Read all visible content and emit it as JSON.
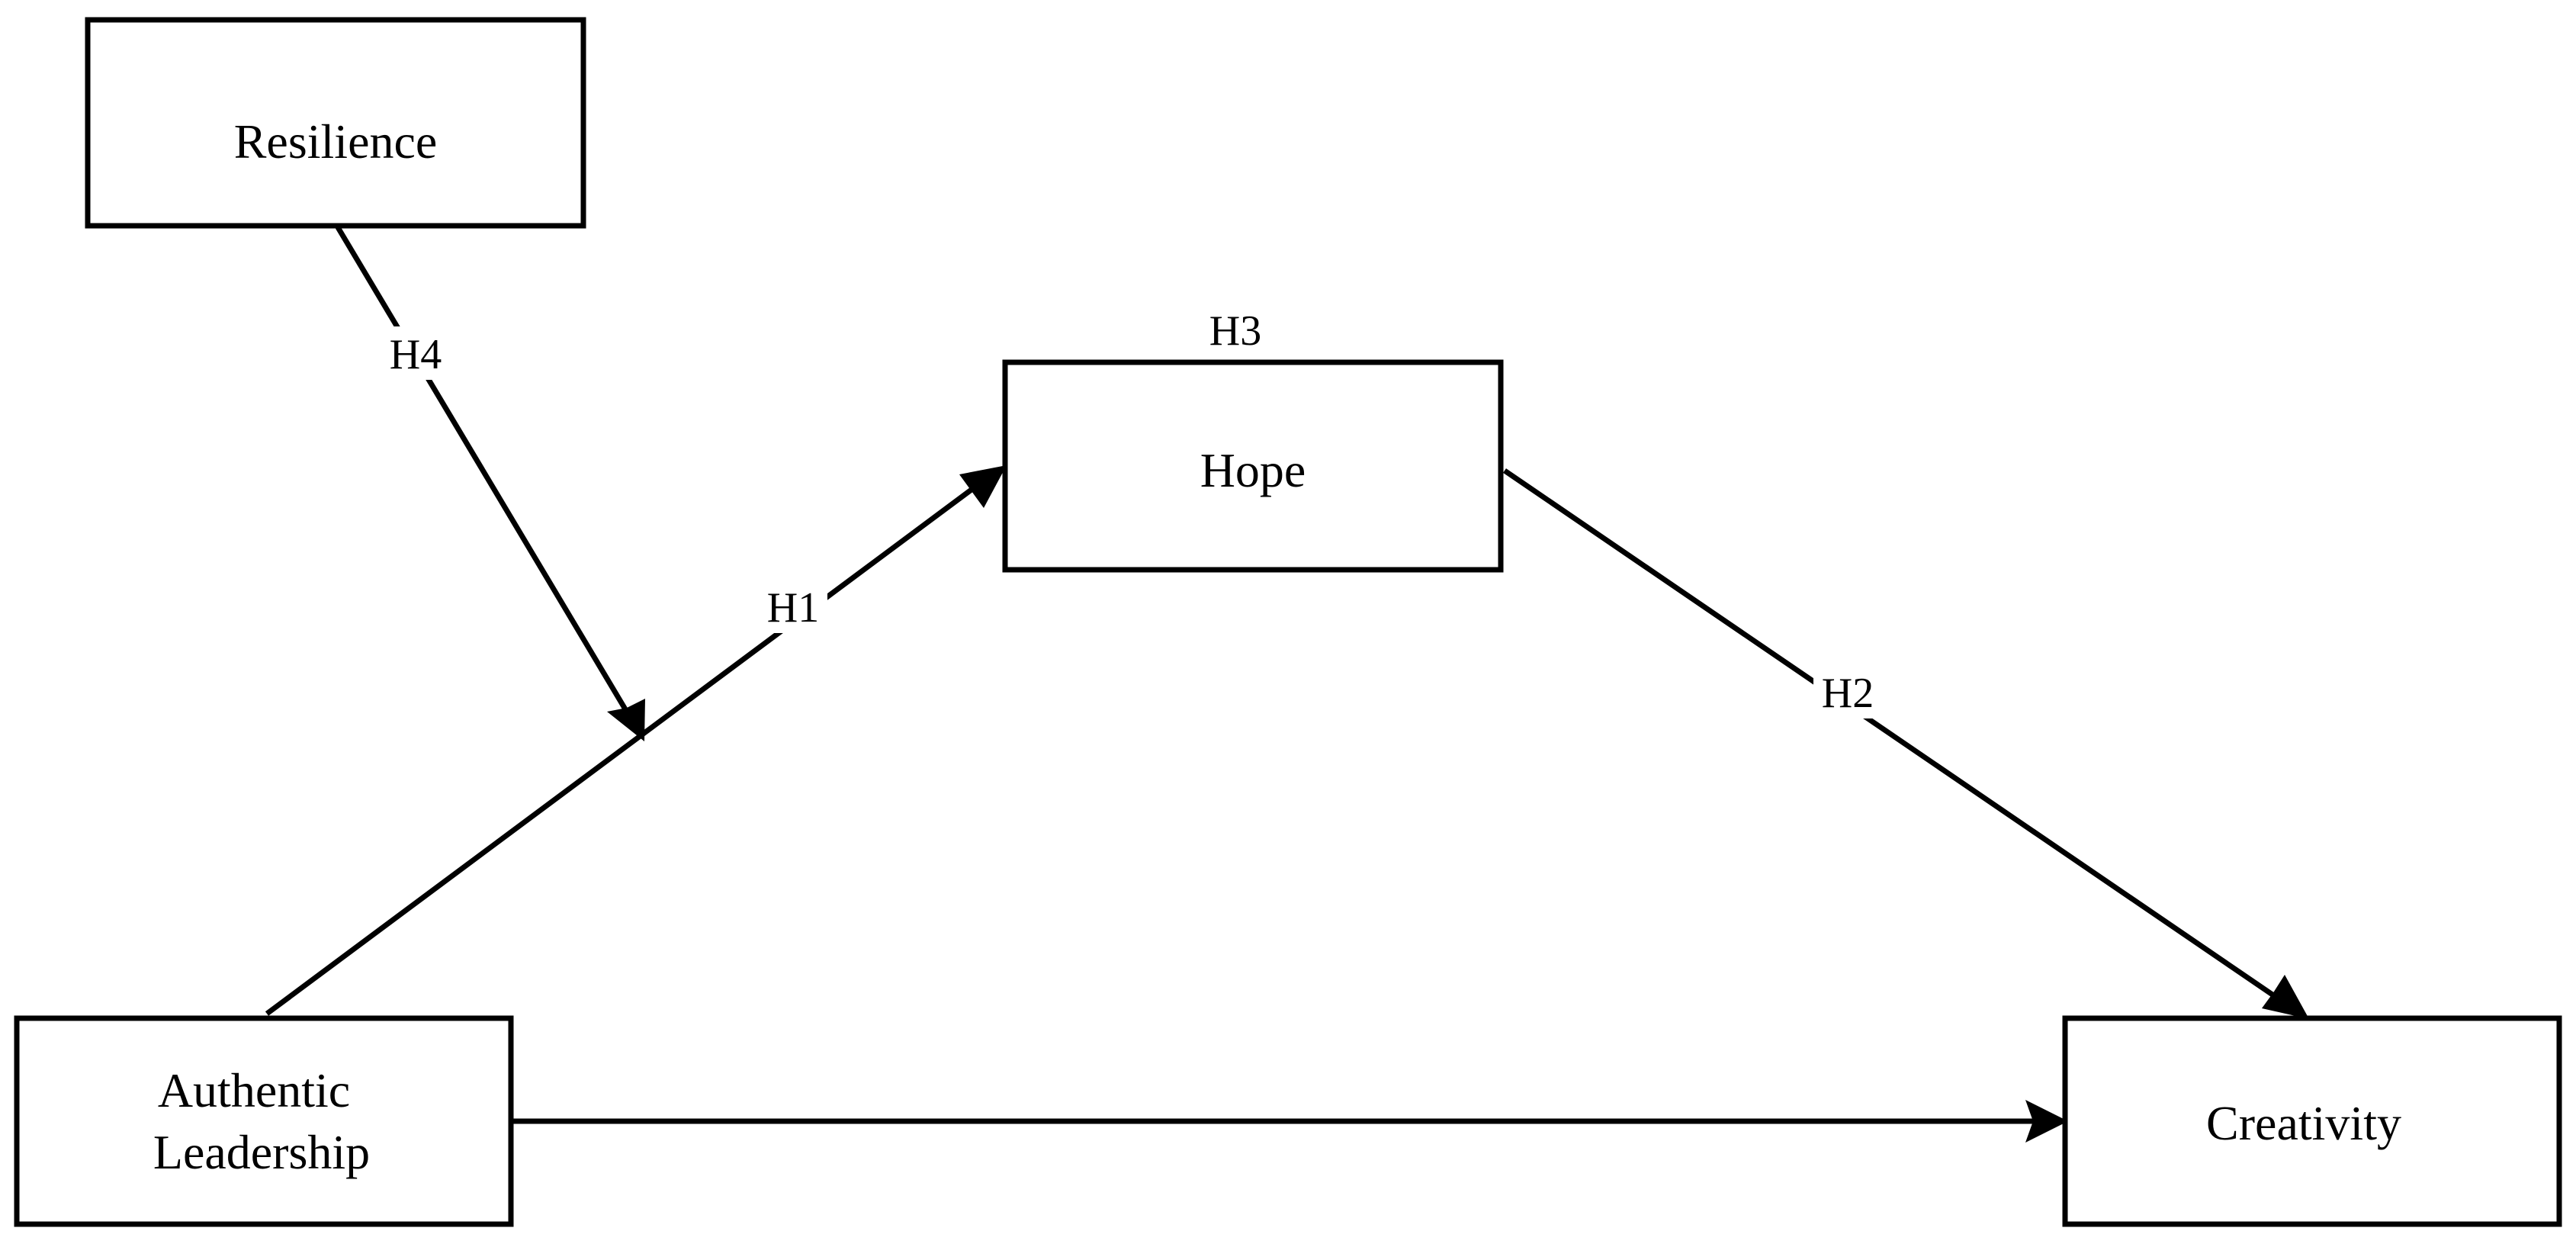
{
  "nodes": {
    "resilience": {
      "label": "Resilience"
    },
    "hope": {
      "label": "Hope"
    },
    "authentic_leadership": {
      "line1": "Authentic",
      "line2": "Leadership"
    },
    "creativity": {
      "label": "Creativity"
    }
  },
  "hypotheses": {
    "h1": "H1",
    "h2": "H2",
    "h3": "H3",
    "h4": "H4"
  }
}
